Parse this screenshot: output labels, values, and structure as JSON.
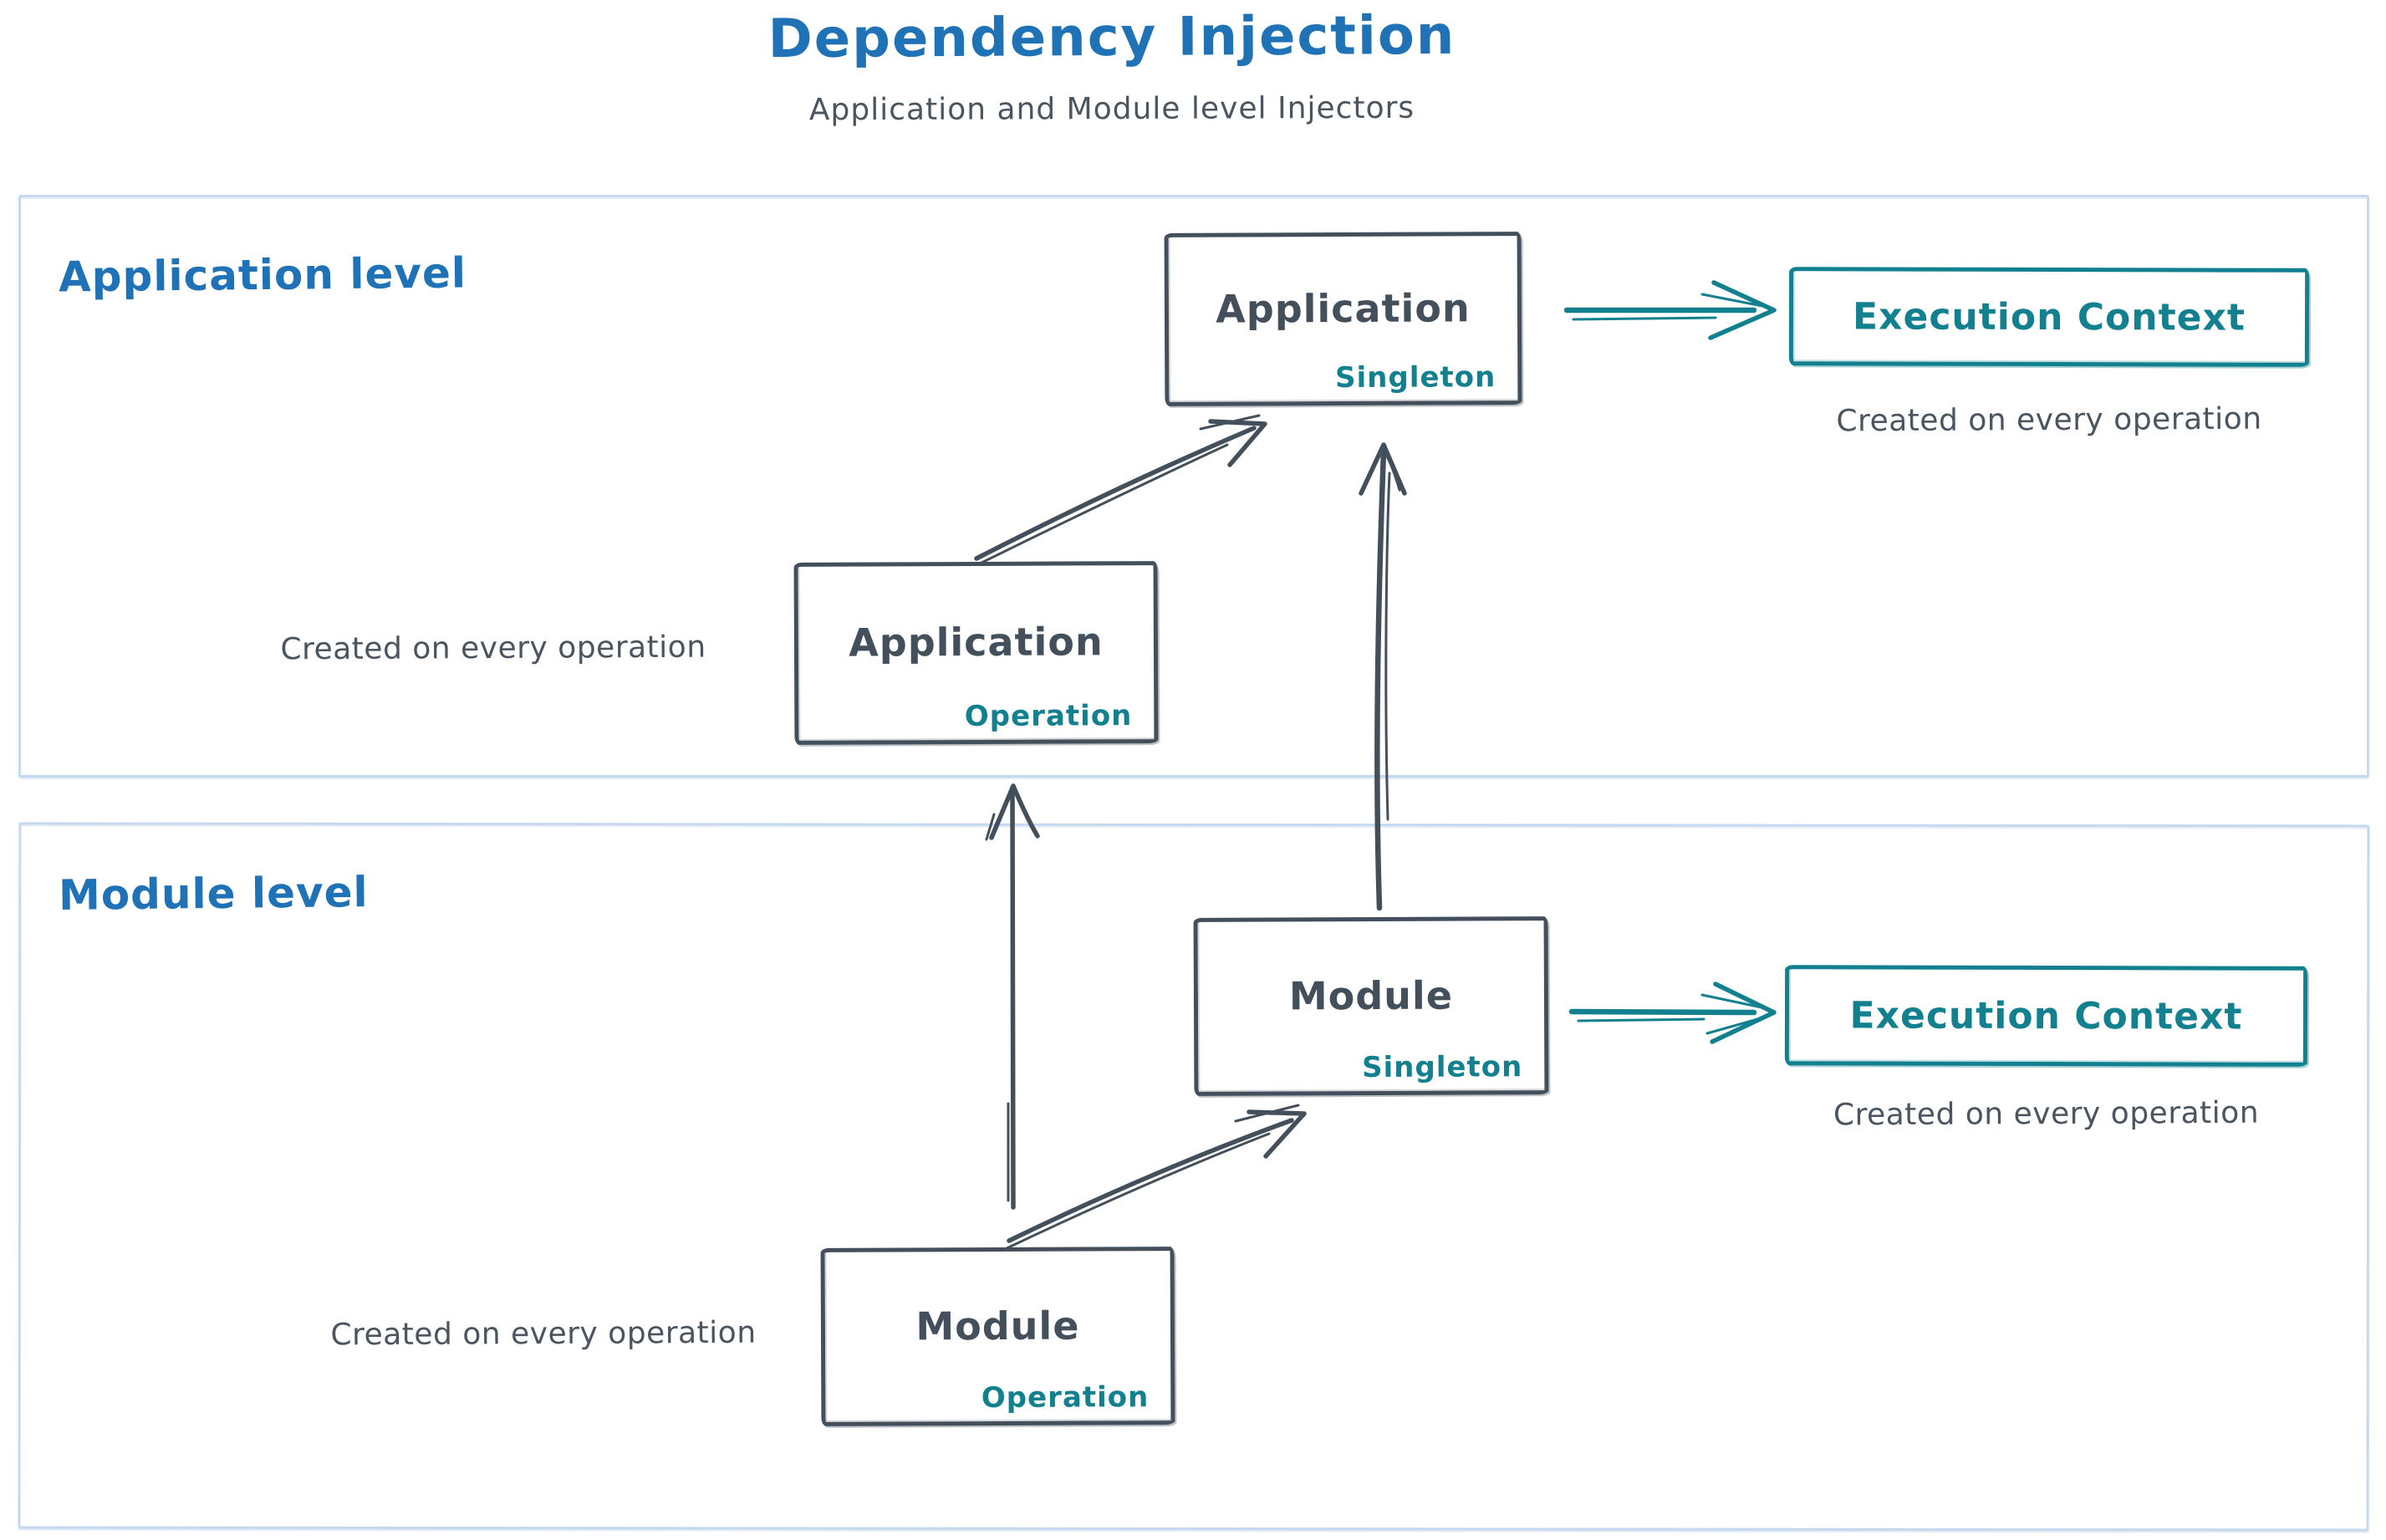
{
  "header": {
    "title": "Dependency Injection",
    "subtitle": "Application and Module level Injectors"
  },
  "colors": {
    "accent_blue": "#1f72b5",
    "ink": "#43505c",
    "teal": "#12808f",
    "container_border": "#c5d8ee"
  },
  "application_level": {
    "label": "Application level",
    "singleton_box": {
      "title": "Application",
      "tag": "Singleton"
    },
    "operation_box": {
      "title": "Application",
      "tag": "Operation"
    },
    "operation_caption": "Created on every operation",
    "execution_context_box": {
      "title": "Execution Context"
    },
    "execution_caption": "Created on every operation"
  },
  "module_level": {
    "label": "Module level",
    "singleton_box": {
      "title": "Module",
      "tag": "Singleton"
    },
    "operation_box": {
      "title": "Module",
      "tag": "Operation"
    },
    "operation_caption": "Created on every operation",
    "execution_context_box": {
      "title": "Execution Context"
    },
    "execution_caption": "Created on every operation"
  }
}
